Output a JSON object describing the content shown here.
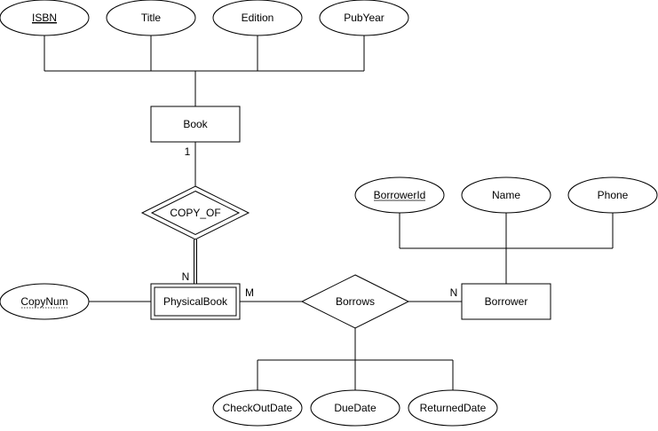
{
  "entities": {
    "book": "Book",
    "physical_book": "PhysicalBook",
    "borrower": "Borrower"
  },
  "relationships": {
    "copy_of": "COPY_OF",
    "borrows": "Borrows"
  },
  "attributes": {
    "isbn": "ISBN",
    "title": "Title",
    "edition": "Edition",
    "pubyear": "PubYear",
    "borrower_id": "BorrowerId",
    "name": "Name",
    "phone": "Phone",
    "copy_num": "CopyNum",
    "checkout_date": "CheckOutDate",
    "due_date": "DueDate",
    "returned_date": "ReturnedDate"
  },
  "cardinalities": {
    "book_copy_of": "1",
    "physical_book_copy_of": "N",
    "physical_book_borrows": "M",
    "borrower_borrows": "N"
  }
}
